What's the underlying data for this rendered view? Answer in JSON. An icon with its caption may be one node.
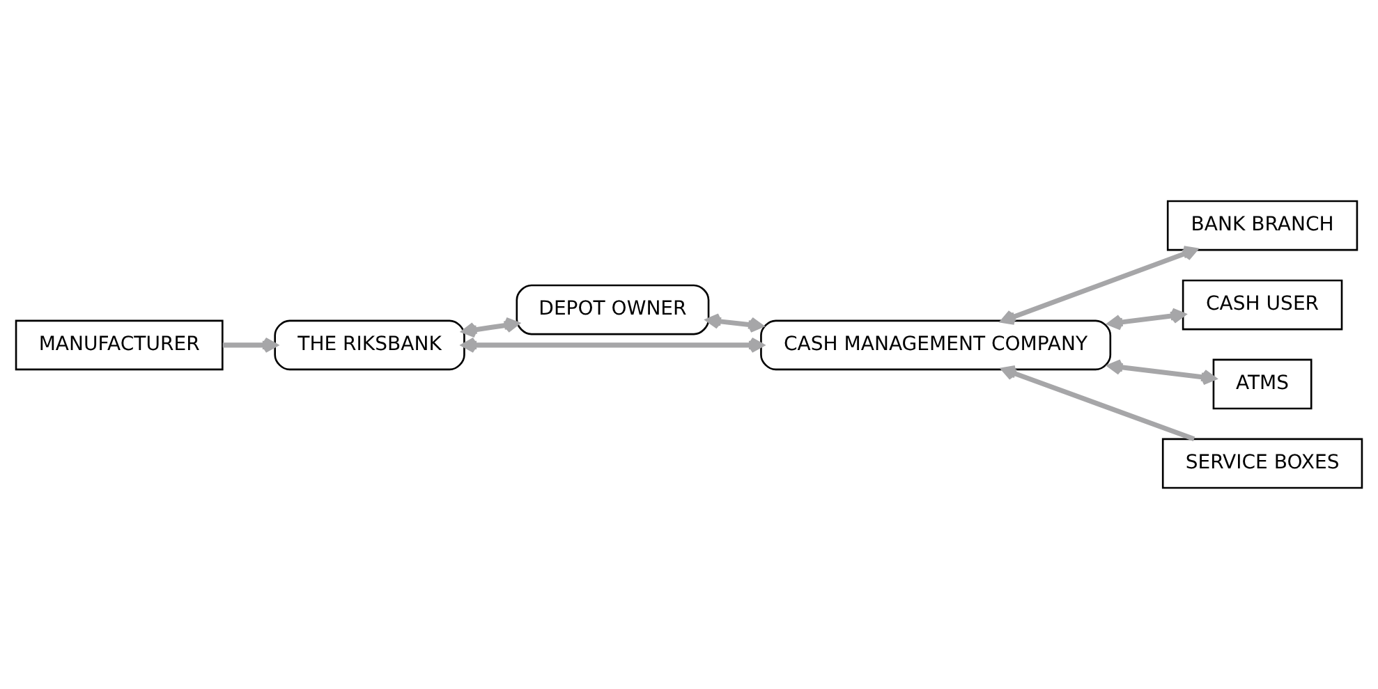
{
  "diagram": {
    "nodes": [
      {
        "text": [
          "MANUFACTURER"
        ]
      },
      {
        "text": [
          "THE RIKSBANK"
        ]
      },
      {
        "text": [
          "DEPOT OWNER"
        ]
      },
      {
        "text": [
          "CASH MANAGEMENT COMPANY"
        ]
      },
      {
        "text": [
          "BANK BRANCH"
        ]
      },
      {
        "text": [
          "CASH USER"
        ]
      },
      {
        "text": [
          "ATMS"
        ]
      },
      {
        "text": [
          "SERVICE BOXES"
        ]
      }
    ],
    "edges": [
      {
        "from": 0,
        "to": 1,
        "arrow": "to"
      },
      {
        "from": 1,
        "to": 2,
        "arrow": "both"
      },
      {
        "from": 2,
        "to": 3,
        "arrow": "both"
      },
      {
        "from": 1,
        "to": 3,
        "arrow": "both"
      },
      {
        "from": 3,
        "to": 4,
        "arrow": "both"
      },
      {
        "from": 3,
        "to": 5,
        "arrow": "both"
      },
      {
        "from": 3,
        "to": 6,
        "arrow": "both"
      },
      {
        "from": 7,
        "to": 3,
        "arrow": "to"
      }
    ]
  }
}
